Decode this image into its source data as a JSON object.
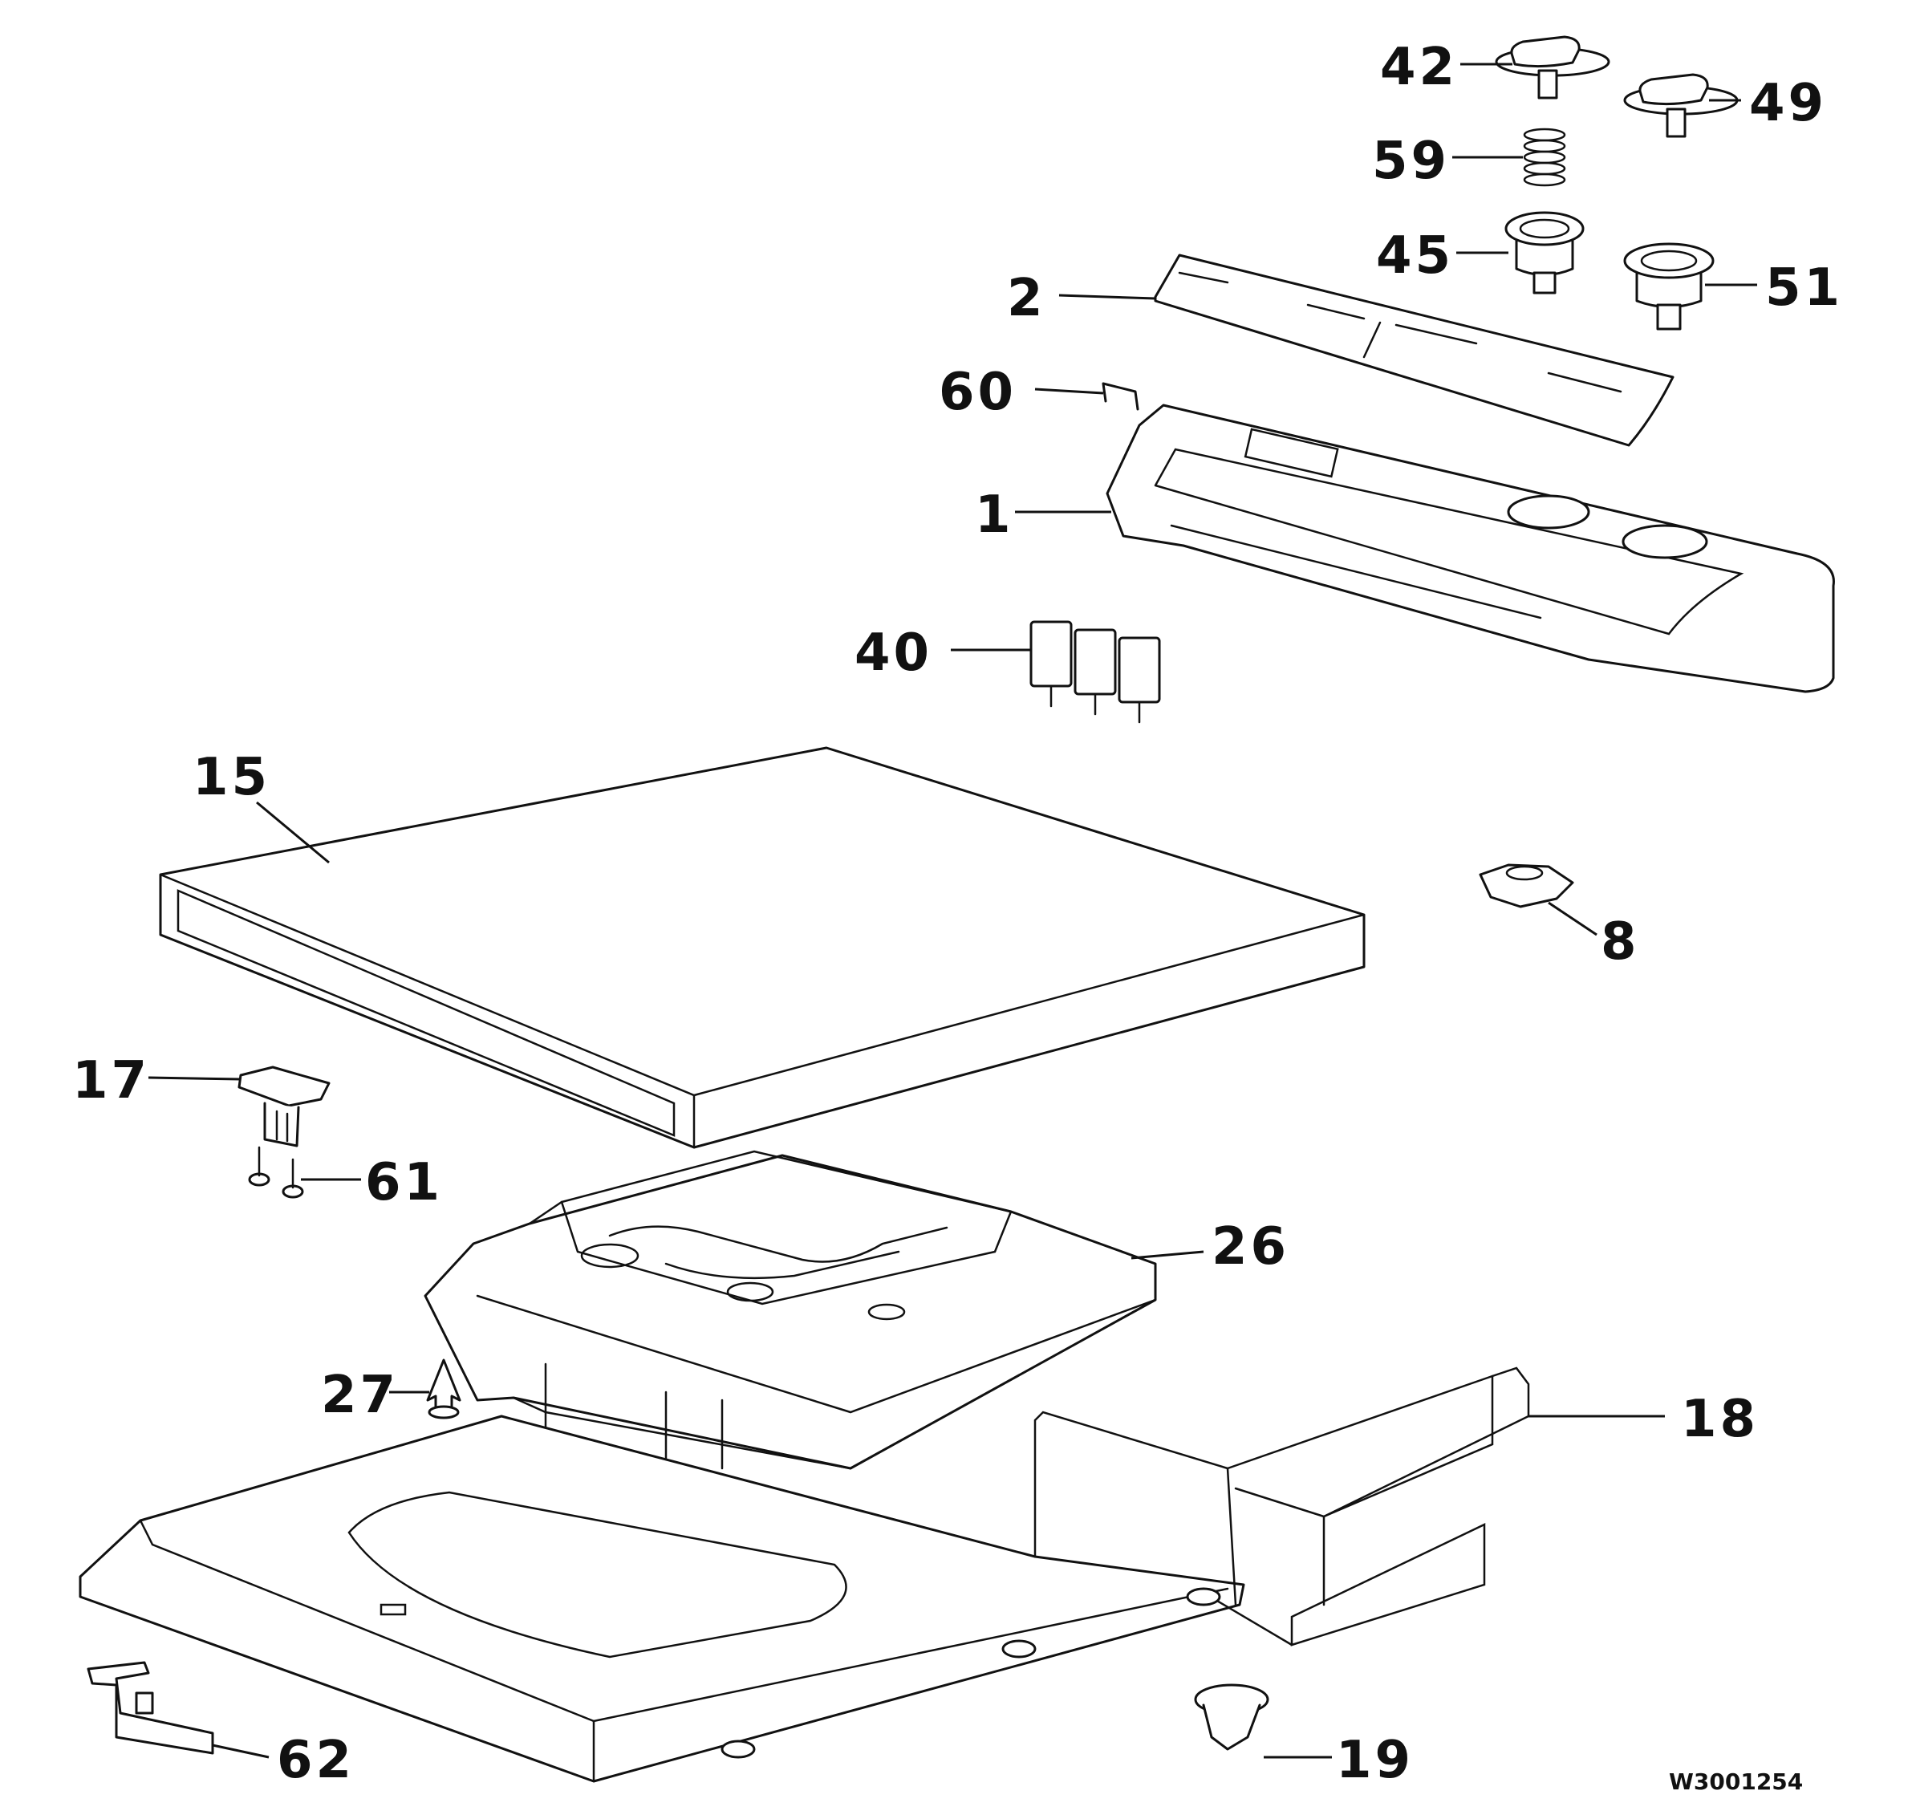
{
  "diagram": {
    "drawing_code": "W3001254",
    "callouts": [
      {
        "id": "c42",
        "text": "42"
      },
      {
        "id": "c49",
        "text": "49"
      },
      {
        "id": "c59",
        "text": "59"
      },
      {
        "id": "c45",
        "text": "45"
      },
      {
        "id": "c51",
        "text": "51"
      },
      {
        "id": "c2",
        "text": "2"
      },
      {
        "id": "c60",
        "text": "60"
      },
      {
        "id": "c1",
        "text": "1"
      },
      {
        "id": "c40",
        "text": "40"
      },
      {
        "id": "c15",
        "text": "15"
      },
      {
        "id": "c8",
        "text": "8"
      },
      {
        "id": "c17",
        "text": "17"
      },
      {
        "id": "c61",
        "text": "61"
      },
      {
        "id": "c26",
        "text": "26"
      },
      {
        "id": "c27",
        "text": "27"
      },
      {
        "id": "c18",
        "text": "18"
      },
      {
        "id": "c19",
        "text": "19"
      },
      {
        "id": "c62",
        "text": "62"
      }
    ]
  }
}
